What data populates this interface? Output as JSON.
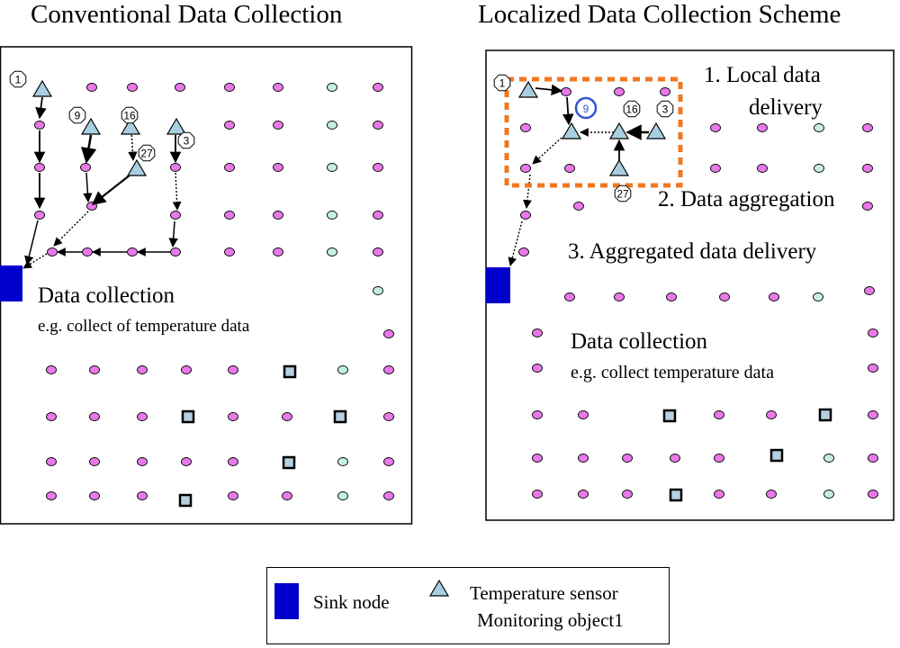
{
  "titles": {
    "left": "Conventional Data Collection",
    "right": "Localized Data Collection Scheme"
  },
  "left_panel": {
    "main_label": "Data collection",
    "sub_label": "e.g. collect of  temperature data",
    "node_ids": [
      "1",
      "9",
      "16",
      "27",
      "3"
    ]
  },
  "right_panel": {
    "step1_line1": "1.   Local data",
    "step1_line2": "delivery",
    "step2": "2. Data aggregation",
    "step3": "3. Aggregated data delivery",
    "main_label": "Data collection",
    "sub_label": "e.g. collect temperature data",
    "node_ids": [
      "1",
      "9",
      "16",
      "3",
      "27"
    ]
  },
  "legend": {
    "sink_label": "Sink node",
    "sensor_label": "Temperature sensor",
    "object_label": "Monitoring object1"
  },
  "colors": {
    "sink_node": "#0000cc",
    "pink_node": "#e879e8",
    "green_node": "#c4f0dc",
    "sensor_fill": "#a8cfe0",
    "monitoring_object_fill": "#b5d0e0",
    "aggregation_box": "#f07820",
    "highlight_circle": "#3355cc"
  }
}
